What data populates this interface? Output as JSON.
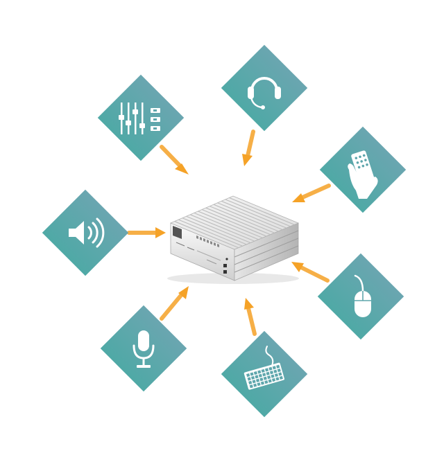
{
  "colors": {
    "tile_top": "#6aa6b0",
    "tile_bottom": "#4fa9a6",
    "arrow": "#f5a227",
    "arrow_fade": "#f7c98a",
    "icon": "#ffffff",
    "device_light": "#f4f4f4",
    "device_mid": "#d9d9d9",
    "device_dark": "#9a9a9a"
  },
  "nodes": [
    {
      "id": "mixer",
      "icon": "mixer-sliders-icon"
    },
    {
      "id": "headset",
      "icon": "headset-icon"
    },
    {
      "id": "remote",
      "icon": "remote-control-hand-icon"
    },
    {
      "id": "speaker",
      "icon": "speaker-icon"
    },
    {
      "id": "mouse",
      "icon": "mouse-icon"
    },
    {
      "id": "microphone",
      "icon": "microphone-icon"
    },
    {
      "id": "keyboard",
      "icon": "keyboard-icon"
    }
  ],
  "hub": {
    "icon": "control-processor-device-icon"
  }
}
